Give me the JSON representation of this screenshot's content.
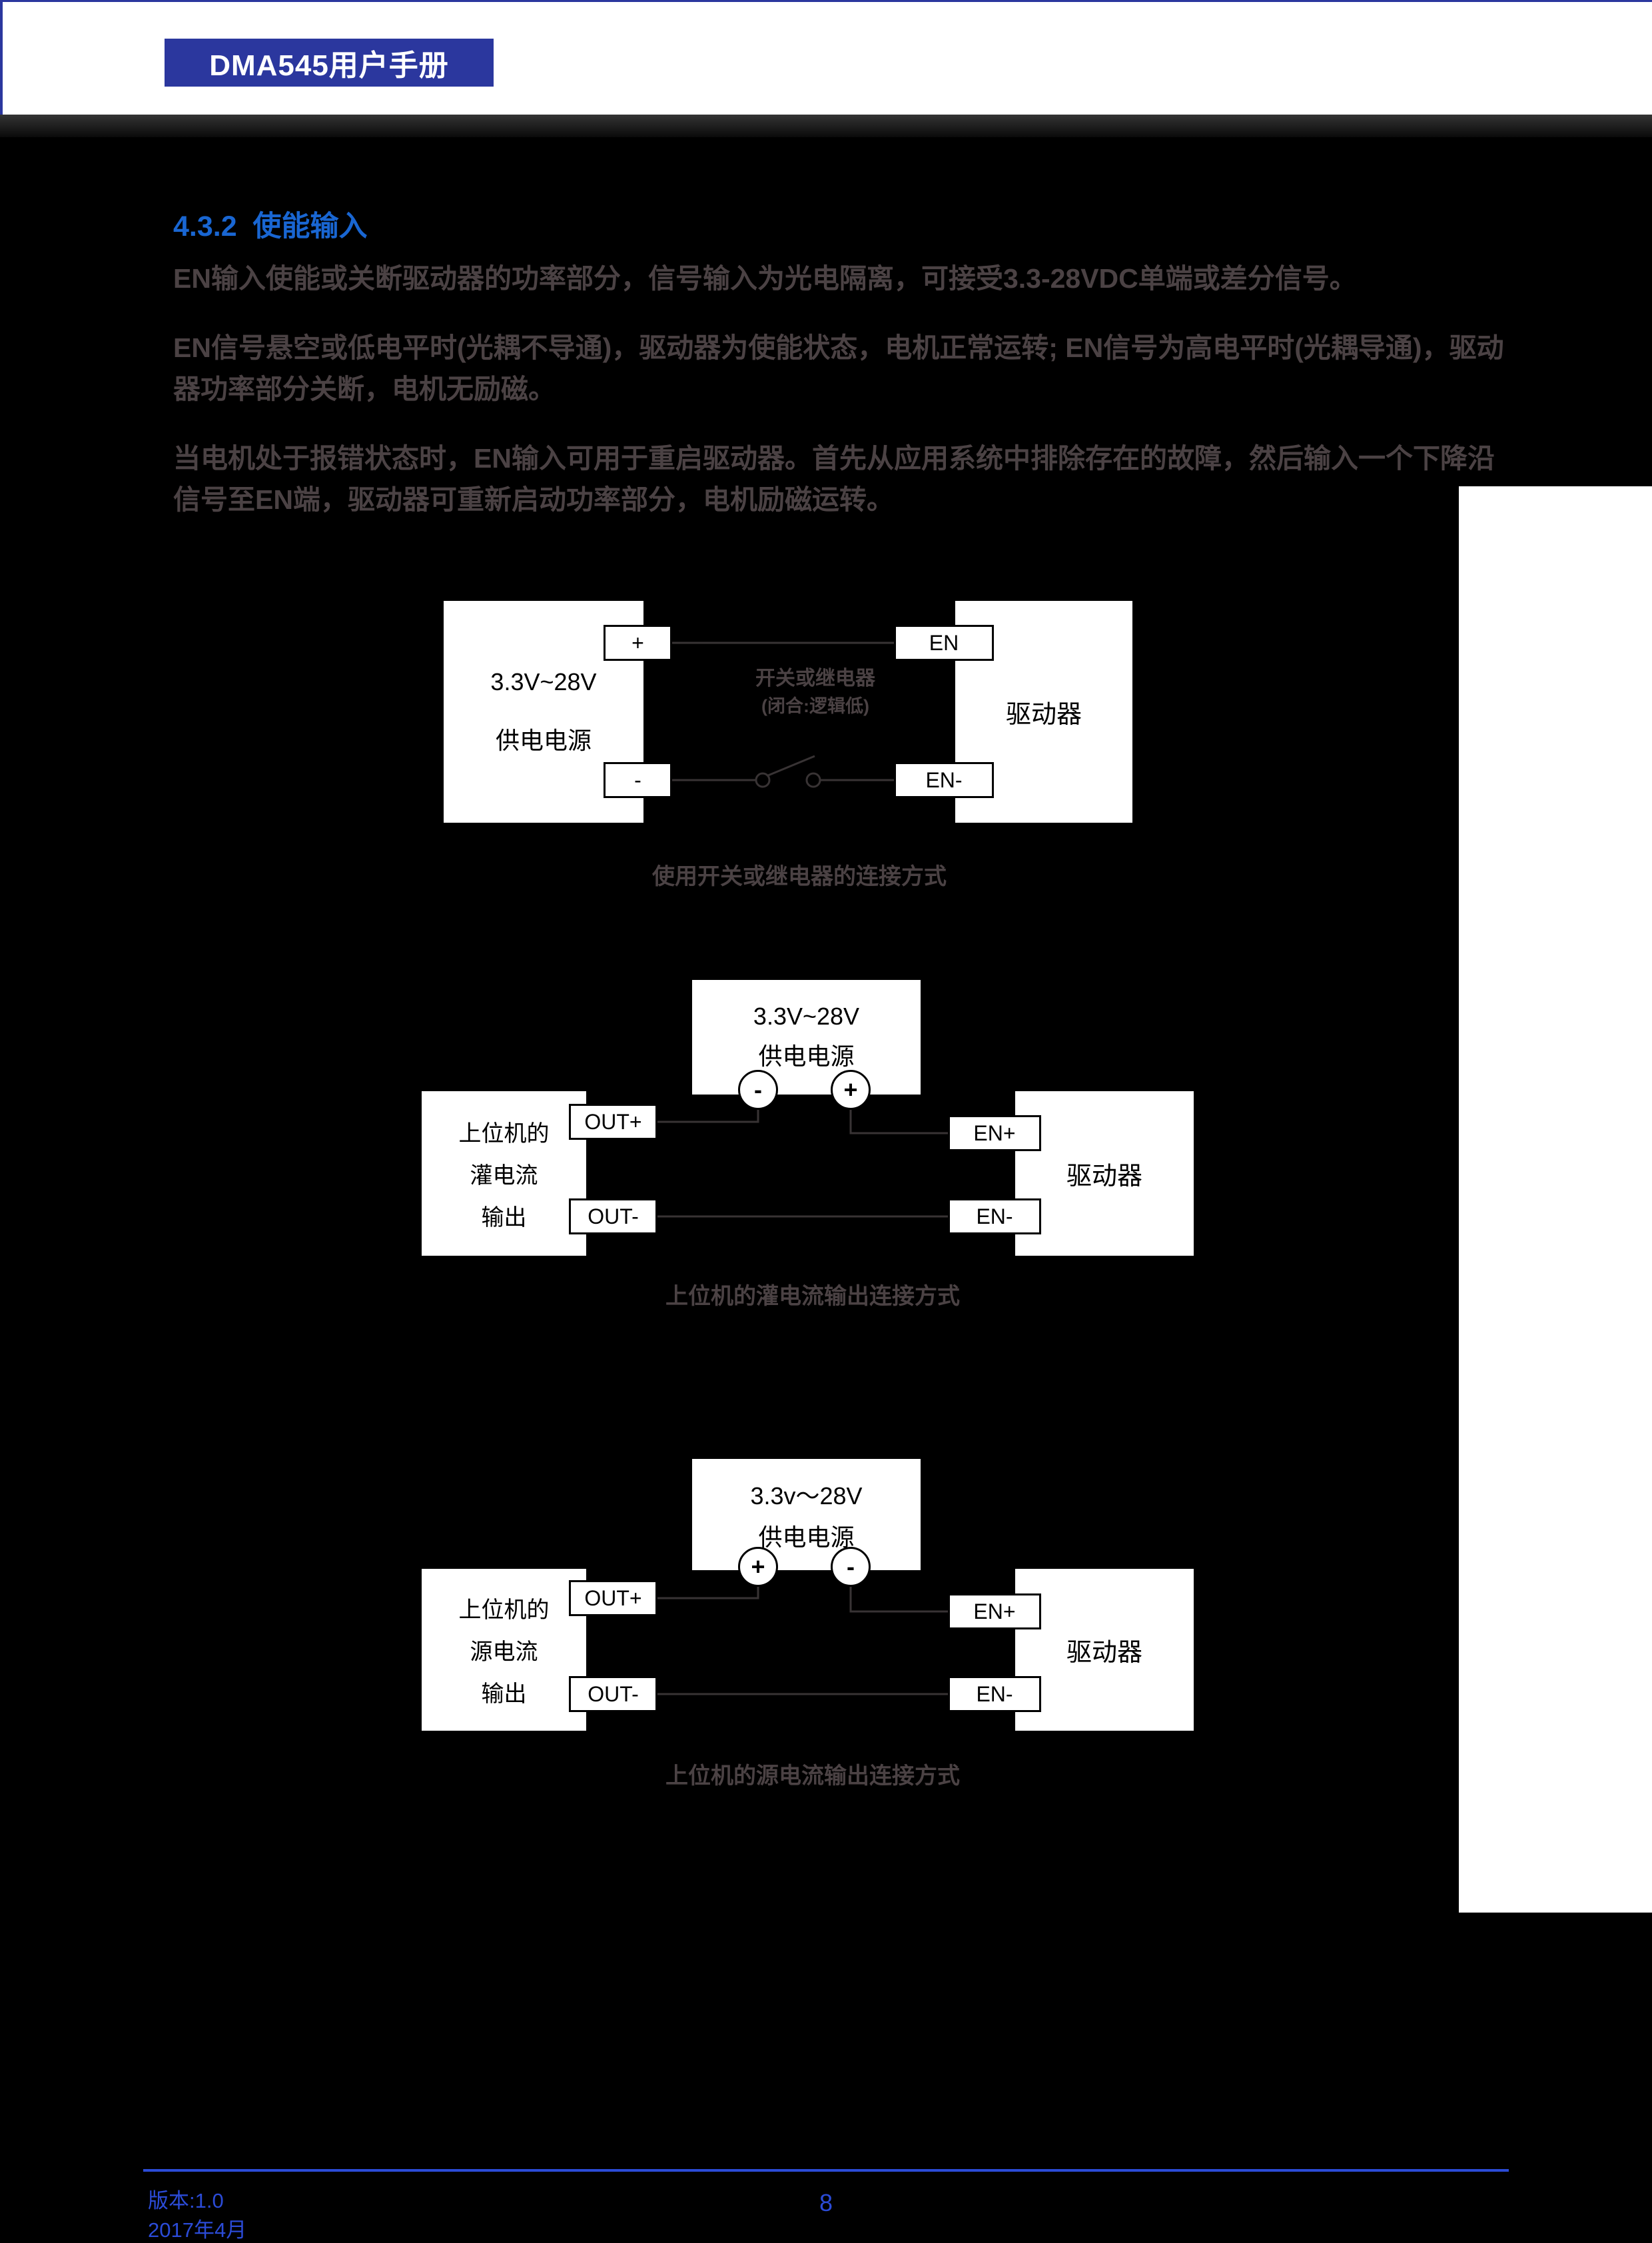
{
  "colors": {
    "page_bg": "#000000",
    "header_bg": "#ffffff",
    "badge_blue": "#2b379e",
    "accent_blue": "#1966d2",
    "footer_blue": "#2b4bd7",
    "body_text": "#4b4244",
    "wire": "#383334",
    "box_bg": "#ffffff",
    "box_text": "#000000"
  },
  "header": {
    "badge": "DMA545用户手册"
  },
  "section": {
    "heading": "4.3.2  使能输入"
  },
  "paragraphs": {
    "p1": "EN输入使能或关断驱动器的功率部分，信号输入为光电隔离，可接受3.3-28VDC单端或差分信号。",
    "p2": "EN信号悬空或低电平时(光耦不导通)，驱动器为使能状态，电机正常运转; EN信号为高电平时(光耦导通)，驱动器功率部分关断，电机无励磁。",
    "p3": "当电机处于报错状态时，EN输入可用于重启驱动器。首先从应用系统中排除存在的故障，然后输入一个下降沿信号至EN端，驱动器可重新启动功率部分，电机励磁运转。"
  },
  "diagram_switch": {
    "supply_line1": "3.3V~28V",
    "supply_line2": "供电电源",
    "terminal_plus": "+",
    "terminal_minus": "-",
    "driver": "驱动器",
    "terminal_en": "EN",
    "terminal_en_minus": "EN-",
    "switch_label_line1": "开关或继电器",
    "switch_label_line2": "(闭合:逻辑低)",
    "caption": "使用开关或继电器的连接方式"
  },
  "diagram_sink": {
    "supply_line1": "3.3V~28V",
    "supply_line2": "供电电源",
    "terminal_minus": "-",
    "terminal_plus": "+",
    "host_line1": "上位机的",
    "host_line2": "灌电流",
    "host_line3": "输出",
    "terminal_out_plus": "OUT+",
    "terminal_out_minus": "OUT-",
    "terminal_en_plus": "EN+",
    "terminal_en_minus": "EN-",
    "driver": "驱动器",
    "caption": "上位机的灌电流输出连接方式"
  },
  "diagram_source": {
    "supply_line1": "3.3v～28V",
    "supply_line2": "供电电源",
    "terminal_plus": "+",
    "terminal_minus": "-",
    "host_line1": "上位机的",
    "host_line2": "源电流",
    "host_line3": "输出",
    "terminal_out_plus": "OUT+",
    "terminal_out_minus": "OUT-",
    "terminal_en_plus": "EN+",
    "terminal_en_minus": "EN-",
    "driver": "驱动器",
    "caption": "上位机的源电流输出连接方式"
  },
  "footer": {
    "version": "版本:1.0",
    "date": "2017年4月",
    "page_number": "8"
  }
}
